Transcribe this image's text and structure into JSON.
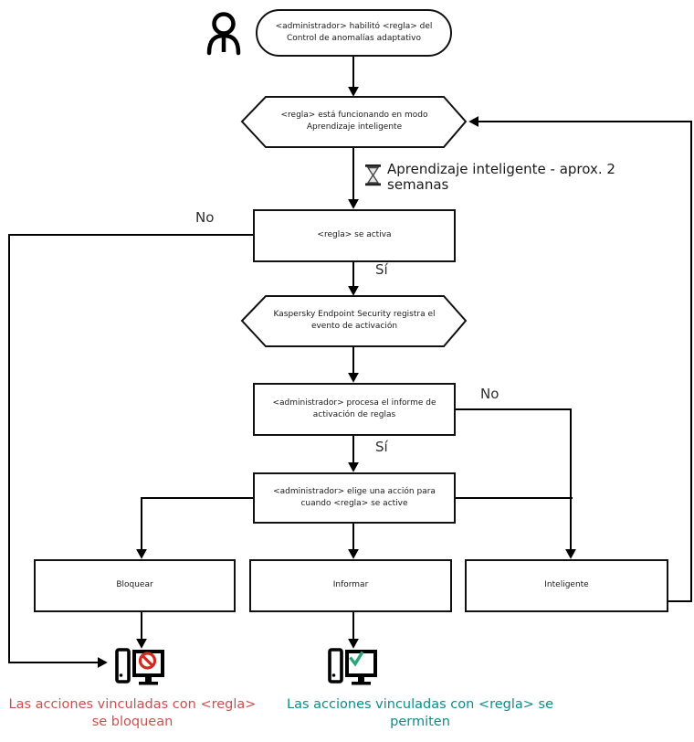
{
  "diagram": {
    "nodes": {
      "start": {
        "text": "<administrador> habilitó <regla> del Control de anomalías adaptativo"
      },
      "learning_mode": {
        "text": "<regla> está funcionando en modo Aprendizaje inteligente"
      },
      "rule_triggers": {
        "text": "<regla> se activa"
      },
      "log_event": {
        "text": "Kaspersky Endpoint Security registra el evento de activación"
      },
      "process_report": {
        "text": "<administrador> procesa el informe de activación de reglas"
      },
      "choose_action": {
        "text": "<administrador> elige una acción para cuando <regla> se active"
      },
      "block": {
        "text": "Bloquear"
      },
      "inform": {
        "text": "Informar"
      },
      "smart": {
        "text": "Inteligente"
      }
    },
    "labels": {
      "no_left": "No",
      "yes_first": "Sí",
      "no_right": "No",
      "yes_second": "Sí",
      "learning_duration": {
        "line1": "Aprendizaje inteligente - aprox. 2",
        "line2": "semanas"
      }
    },
    "captions": {
      "blocked": {
        "line1": "Las acciones vinculadas con <regla>",
        "line2": "se bloquean"
      },
      "allowed": {
        "line1": "Las acciones vinculadas con <regla> se",
        "line2": "permiten"
      }
    },
    "icons": {
      "person": "person-icon",
      "hourglass": "hourglass-icon",
      "blocked_computer": "computer-blocked-icon",
      "allowed_computer": "computer-allowed-icon"
    },
    "colors": {
      "line": "#000000",
      "border": "#111111",
      "prohibition_red": "#d02b20",
      "check_green": "#27a77c",
      "blocked_text": "#c9514d",
      "allowed_text": "#0f8b8b"
    }
  }
}
